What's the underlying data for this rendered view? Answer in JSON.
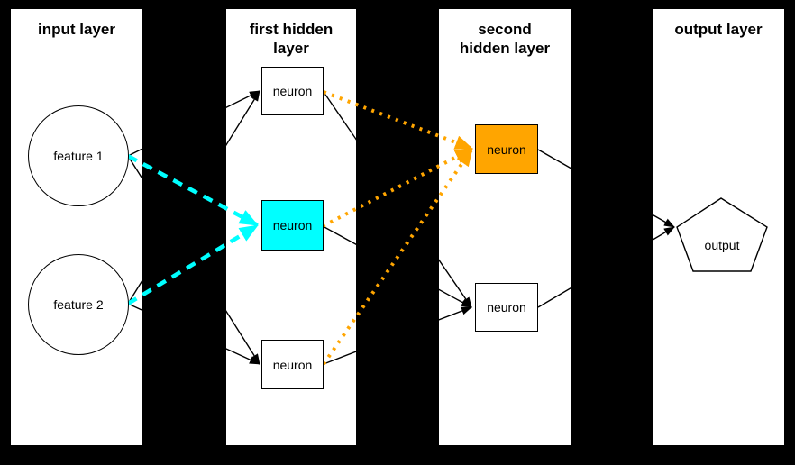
{
  "diagram": {
    "type": "neural-network-layers"
  },
  "colors": {
    "background": "#000000",
    "panel": "#ffffff",
    "edge": "#000000",
    "highlight_cyan": "#00ffff",
    "highlight_orange": "#ffa500"
  },
  "panels": [
    {
      "id": "input",
      "title": "input layer"
    },
    {
      "id": "hidden1",
      "title": [
        "first hidden",
        "layer"
      ]
    },
    {
      "id": "hidden2",
      "title": [
        "second",
        "hidden layer"
      ]
    },
    {
      "id": "output",
      "title": "output layer"
    }
  ],
  "nodes": {
    "feature1": {
      "label": "feature 1",
      "shape": "circle"
    },
    "feature2": {
      "label": "feature 2",
      "shape": "circle"
    },
    "h1_top": {
      "label": "neuron",
      "shape": "rect"
    },
    "h1_mid": {
      "label": "neuron",
      "shape": "rect",
      "highlight": "cyan"
    },
    "h1_bottom": {
      "label": "neuron",
      "shape": "rect"
    },
    "h2_top": {
      "label": "neuron",
      "shape": "rect",
      "highlight": "orange"
    },
    "h2_bottom": {
      "label": "neuron",
      "shape": "rect"
    },
    "output": {
      "label": "output",
      "shape": "pentagon"
    }
  },
  "connections": [
    {
      "from": "feature1",
      "to": "h1_top",
      "style": "black-solid"
    },
    {
      "from": "feature2",
      "to": "h1_top",
      "style": "black-solid"
    },
    {
      "from": "feature1",
      "to": "h1_bottom",
      "style": "black-solid"
    },
    {
      "from": "feature2",
      "to": "h1_bottom",
      "style": "black-solid"
    },
    {
      "from": "h1_top",
      "to": "h2_bottom",
      "style": "black-solid"
    },
    {
      "from": "h1_mid",
      "to": "h2_bottom",
      "style": "black-solid"
    },
    {
      "from": "h1_bottom",
      "to": "h2_bottom",
      "style": "black-solid"
    },
    {
      "from": "h2_top",
      "to": "output",
      "style": "black-solid"
    },
    {
      "from": "h2_bottom",
      "to": "output",
      "style": "black-solid"
    },
    {
      "from": "h1_top",
      "to": "h2_top",
      "style": "orange-dotted"
    },
    {
      "from": "h1_mid",
      "to": "h2_top",
      "style": "orange-dotted"
    },
    {
      "from": "h1_bottom",
      "to": "h2_top",
      "style": "orange-dotted"
    },
    {
      "from": "feature1",
      "to": "h1_mid",
      "style": "cyan-dashed"
    },
    {
      "from": "feature2",
      "to": "h1_mid",
      "style": "cyan-dashed"
    }
  ]
}
